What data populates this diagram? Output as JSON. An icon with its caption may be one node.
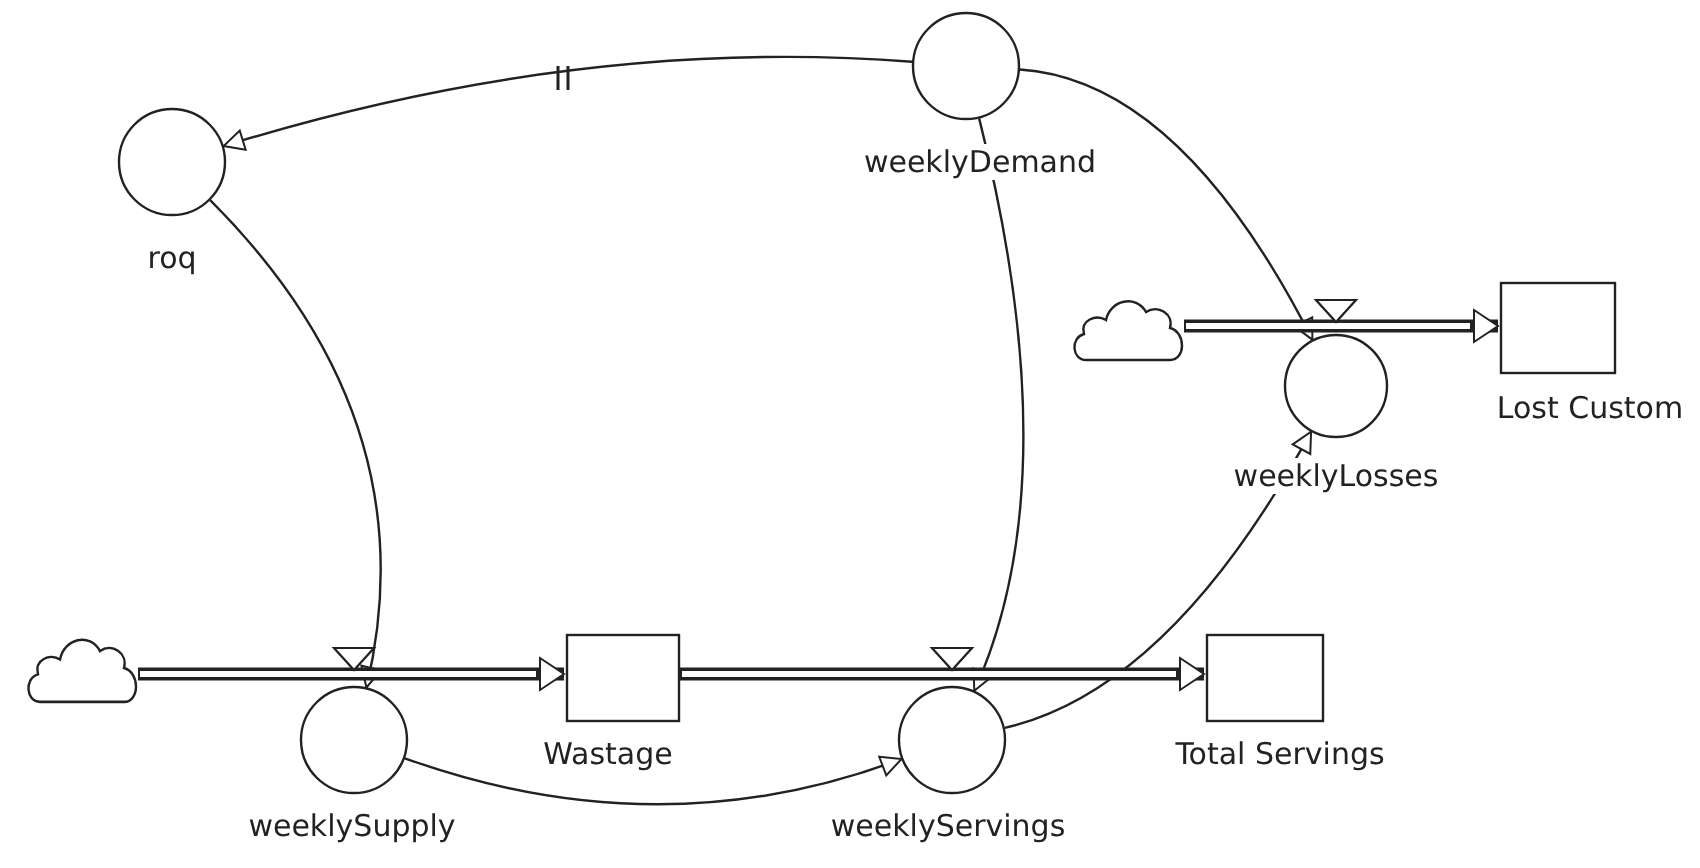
{
  "diagram": {
    "nodes": [
      {
        "text": [
          "weeklyDemand"
        ]
      },
      {
        "text": [
          "roq"
        ]
      },
      {
        "text": [],
        "shape": "cloud"
      },
      {
        "text": [
          "weeklyLosses"
        ]
      },
      {
        "text": [
          "Lost Custom"
        ]
      },
      {
        "text": [],
        "shape": "cloud"
      },
      {
        "text": [
          "weeklySupply"
        ]
      },
      {
        "text": [
          "Wastage"
        ]
      },
      {
        "text": [
          "weeklyServings"
        ]
      },
      {
        "text": [
          "Total Servings"
        ]
      }
    ],
    "edges": [
      {
        "from": 0,
        "to": 1,
        "arrow": "to"
      },
      {
        "from": 0,
        "to": 3,
        "arrow": "to"
      },
      {
        "from": 0,
        "to": 8,
        "arrow": "to"
      },
      {
        "from": 1,
        "to": 6,
        "arrow": "to"
      },
      {
        "from": 6,
        "to": 8,
        "arrow": "to"
      },
      {
        "from": 8,
        "to": 3,
        "arrow": "to"
      },
      {
        "from": 2,
        "to": 4,
        "arrow": "to",
        "style": "thick"
      },
      {
        "from": 5,
        "to": 7,
        "arrow": "to",
        "style": "thick"
      },
      {
        "from": 7,
        "to": 9,
        "arrow": "to",
        "style": "thick"
      }
    ]
  }
}
